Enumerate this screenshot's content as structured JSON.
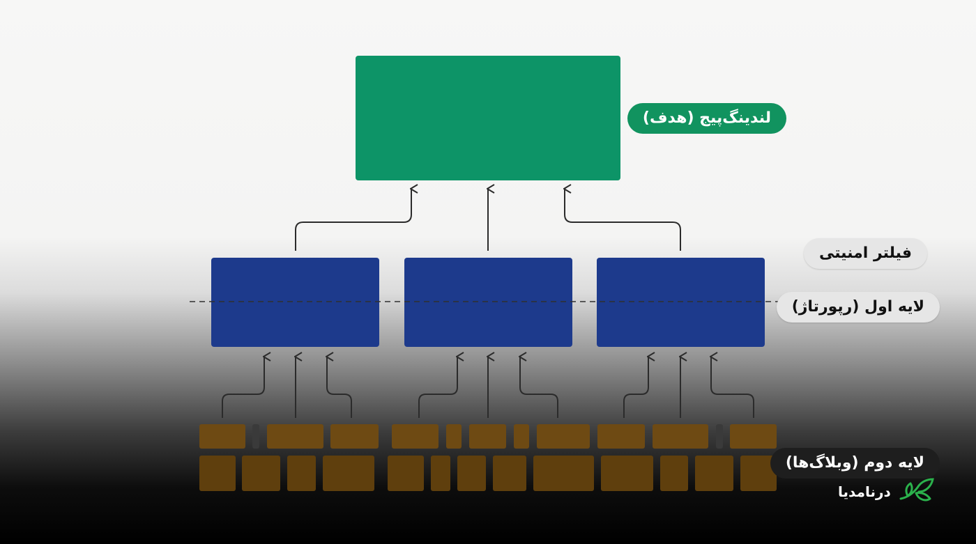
{
  "labels": {
    "target": "لندینگ‌پیج (هدف)",
    "security_filter": "فیلتر امنیتی",
    "layer_one": "لایه اول (رپورتاژ)",
    "layer_two": "لایه دوم (وبلاگ‌ها)"
  },
  "brand": {
    "name": "درنامدیا",
    "icon": "leaf-logo-icon",
    "color": "#2bb24c"
  },
  "colors": {
    "target_box": "#0d9467",
    "layer1_box": "#1d3a8c",
    "layer2_brick": "#6b4610",
    "arrow": "#2b2b2b"
  }
}
